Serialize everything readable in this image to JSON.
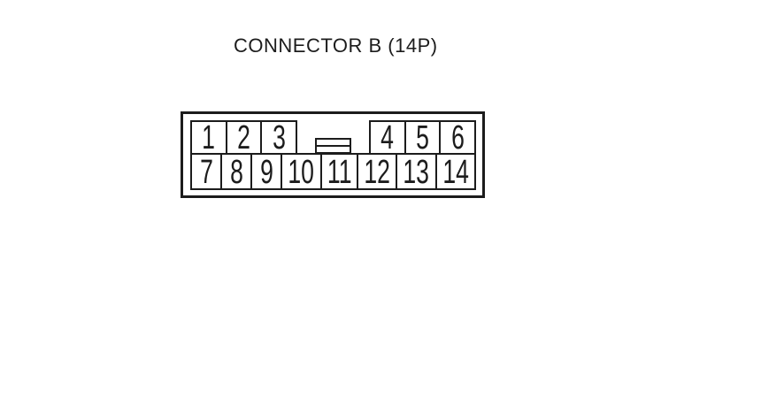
{
  "title": "CONNECTOR B (14P)",
  "theme": {
    "line_color": "#1c1c1c",
    "background_color": "#ffffff"
  },
  "connector": {
    "top_left_pins": [
      "1",
      "2",
      "3"
    ],
    "top_right_pins": [
      "4",
      "5",
      "6"
    ],
    "bottom_pins": [
      "7",
      "8",
      "9",
      "10",
      "11",
      "12",
      "13",
      "14"
    ]
  }
}
